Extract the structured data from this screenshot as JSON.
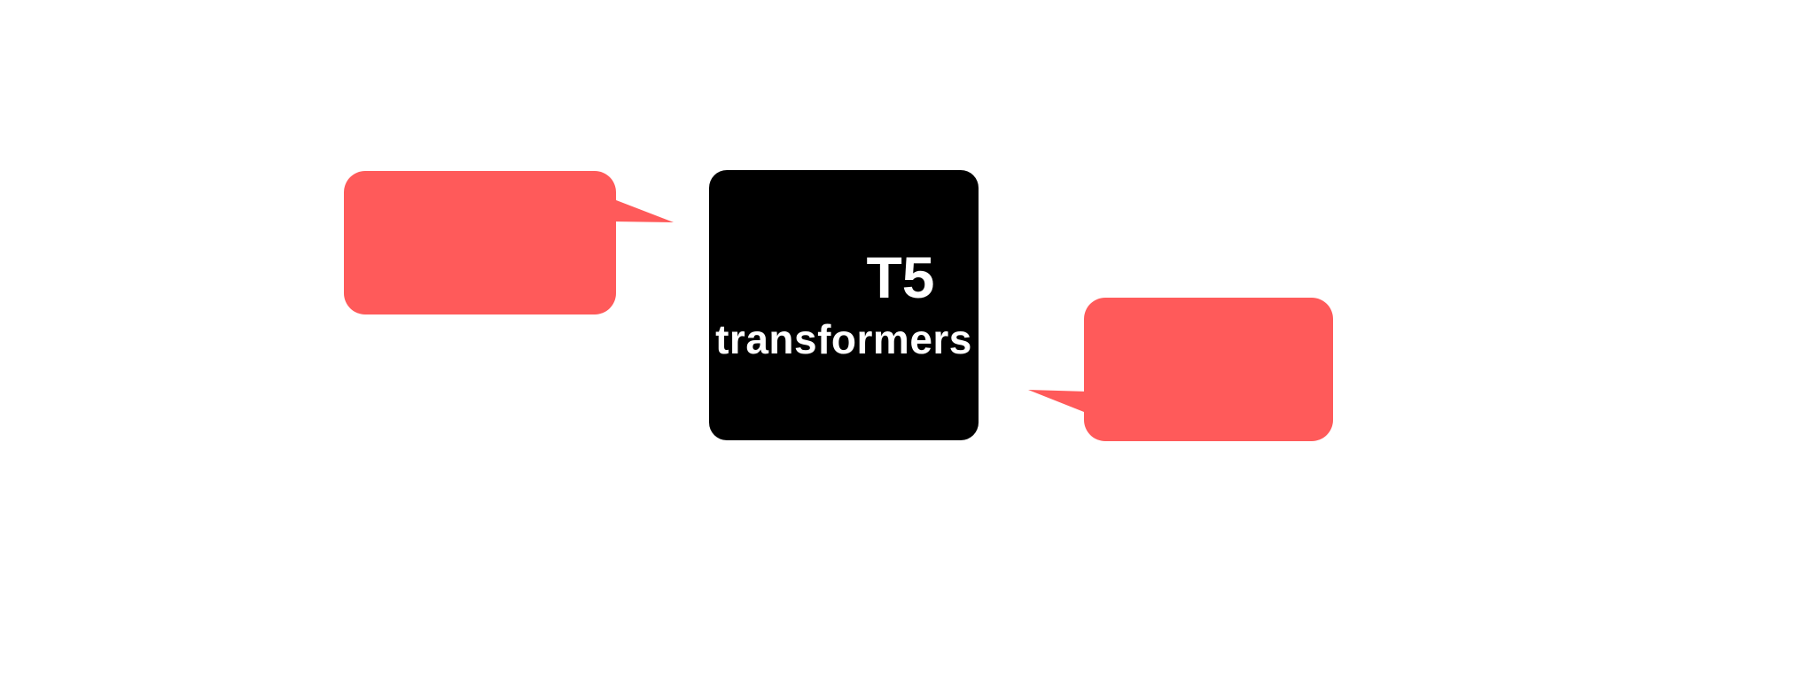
{
  "diagram": {
    "center_box": {
      "line1": "T5",
      "line2": "transformers",
      "fill": "#000000",
      "text_color": "#ffffff"
    },
    "speech_bubbles": [
      {
        "id": "left-bubble",
        "text": "",
        "color": "#ff5a5a",
        "tail_direction": "right"
      },
      {
        "id": "right-bubble",
        "text": "",
        "color": "#ff5a5a",
        "tail_direction": "left"
      }
    ],
    "background": "#ffffff"
  }
}
